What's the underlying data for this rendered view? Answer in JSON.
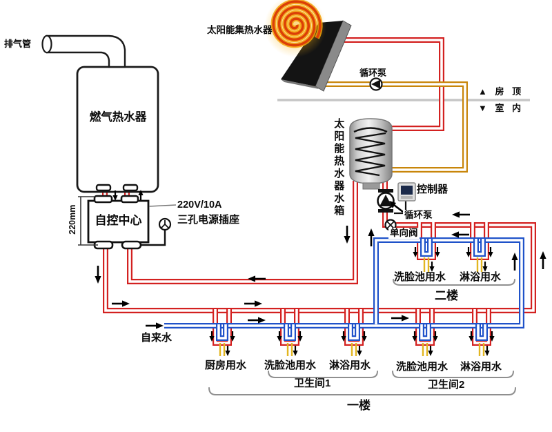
{
  "colors": {
    "hot_pipe": "#d32120",
    "cold_pipe": "#1f52c9",
    "solar_loop_pipe": "#c8860a",
    "fixture_stub": "#e2b621",
    "roof_line": "#c6c6c6",
    "panel": "#141414",
    "spiral_outer": "#f2a108",
    "spiral_inner": "#dc3f07"
  },
  "rooftop": {
    "collector_label": "太阳能集热水器",
    "pump_label": "循环泵",
    "roof_side_label": "▲ 房 顶",
    "indoor_side_label": "▼ 室 内"
  },
  "gas_system": {
    "exhaust_label": "排气管",
    "heater_label": "燃气热水器",
    "control_center_label": "自控中心",
    "height_label": "220mm",
    "power_spec_label": "220V/10A",
    "socket_label": "三孔电源插座"
  },
  "solar_tank": {
    "tank_label": "太阳能热水器水箱",
    "controller_label": "控制器",
    "pump_label": "循环泵",
    "check_valve_label": "单向阀"
  },
  "second_floor": {
    "basin_label": "洗脸池用水",
    "shower_label": "淋浴用水",
    "floor_label": "二楼"
  },
  "first_floor": {
    "tap_water_label": "自来水",
    "kitchen_label": "厨房用水",
    "basin1_label": "洗脸池用水",
    "shower1_label": "淋浴用水",
    "basin2_label": "洗脸池用水",
    "shower2_label": "淋浴用水",
    "bathroom1_label": "卫生间1",
    "bathroom2_label": "卫生间2",
    "floor_label": "一楼"
  }
}
